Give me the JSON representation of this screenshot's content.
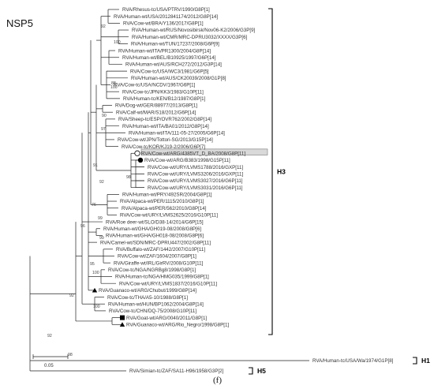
{
  "title": "NSP5",
  "panel_label": "(f)",
  "scale_label": "0.05",
  "tips": [
    "RVA/Rhesus-tc/USA/PTRV/1990/G8P[1]",
    "RVA/Human-wt/USA/2012841174/2012/G8P[14]",
    "RVA/Cow-wt/BRA/Y136/2017/G8P[1]",
    "RVA/Human-wt/RUS/Novosibirsk/Nov06-K2/2006/G3P[9]",
    "RVA/Human-wt/CMR/MRC-DPRU3032/XXXX/G3P[6]",
    "RVA/Human-wt/TUN/17237/2008/G6P[9]",
    "RVA/Human-wt/ITA/PR1300/2004/G8P[14]",
    "RVA/Human-wt/BEL/B10925/1997/G6P[14]",
    "RVA/Human-wt/AUS/RCH272/2012/G3P[14]",
    "RVA/Cow-tc/USA/WC3/1981/G6P[5]",
    "RVA/Human-wt/AUS/CK20039/2008/G1P[8]",
    "RVA/Cow-tc/USA/NCDV/1967/G6P[1]",
    "RVA/Cow-tc/JPN/KK3/1983/G10P[11]",
    "RVA/Human-tc/KEN/B12/1987/G8P[1]",
    "RVA/Dog-wt/GER/88977/2013/G8P[1]",
    "RVA/Calf-wt/MAR/S18/2012/G6P[14]",
    "RVA/Sheep-tc/ESP/OVR762/2002/G8P[14]",
    "RVA/Human-wt/ITA/BA01/2012/G8P[14]",
    "RVA/Human-wt/ITA/111-05-27/2005/G6P[14]",
    "RVA/Cow-wt/JPN/Tottori-SG/2013/G15P[14]",
    "RVA/Cow-tc/KOR/KJ19-2/2006/G6P[7]",
    "RVA/Cow-wt/ARG/4385VT_D_BA/2008/G8P[11]",
    "RVA/Cow-wt/ARG/B383/1998/G15P[11]",
    "RVA/Cow-wt/URY/LVMS1788/2016/GXP[11]",
    "RVA/Cow-wt/URY/LVMS3206/2016/GXP[11]",
    "RVA/Cow-wt/URY/LVMS3027/2016/G6P[11]",
    "RVA/Cow-wt/URY/LVMS3031/2016/G6P[11]",
    "RVA/Human-wt/PRY/492SR/2004/G8P[1]",
    "RVA/Alpaca-wt/PER/1115/2010/G8P[1]",
    "RVA/Alpaca-wt/PER/562/2010/G8P[14]",
    "RVA/Cow-wt/URY/LVMS2625/2016/G10P[11]",
    "RVA/Roe deer-wt/SLO/D38-14/2014/G6P[15]",
    "RVA/Human-wt/GHA/GH019-08/2008/G8P[6]",
    "RVA/Human-wt/GHA/GH018-08/2008/G8P[6]",
    "RVA/Camel-wt/SDN/MRC-DPRU447/2002/G8P[11]",
    "RVA/Buffalo-wt/ZAF/1442/2007/G10P[11]",
    "RVA/Cow-wt/ZAF/1604/2007/G8P[1]",
    "RVA/Giraffe-wt/IRL/GirRV/2008/G10P[11]",
    "RVA/Cow-tc/NGA/NGRBg8/1998/G8P[1]",
    "RVA/Human-tc/NGA/HMG035/1999/G8P[1]",
    "RVA/Cow-wt/URY/LVMS1837/2016/G10P[11]",
    "RVA/Guanaco-wt/ARG/Chubut/1999/G8P[14]",
    "RVA/Cow-tc/THA/A5-10/1988/G8P[1]",
    "RVA/Human-wt/HUN/BP1062/2004/G8P[14]",
    "RVA/Cow-tc/CHN/DQ-75/2008/G10P[11]",
    "RVA/Goat-wt/ARG/0040/2011/G8P[1]",
    "RVA/Guanaco-wt/ARG/Rio_Negro/1998/G8P[1]"
  ],
  "outgroups": [
    "RVA/Human-tc/USA/Wa/1974/G1P[8]",
    "RVA/Simian-tc/ZAF/SA11-H96/1958/G3P[2]"
  ],
  "clades": [
    "H3",
    "H1",
    "H5"
  ],
  "bootstraps": [
    "92",
    "100",
    "88",
    "100",
    "90",
    "97",
    "91",
    "92",
    "98",
    "99",
    "96",
    "76",
    "99",
    "95",
    "100",
    "100",
    "92",
    "92",
    "98"
  ],
  "markers": {
    "open-circle": "open-circle-marker",
    "filled-circle": "filled-circle-marker",
    "triangle": "filled-triangle-marker",
    "square": "filled-square-marker"
  },
  "colors": {
    "highlight": "#d9d9d9",
    "line": "#222222"
  }
}
